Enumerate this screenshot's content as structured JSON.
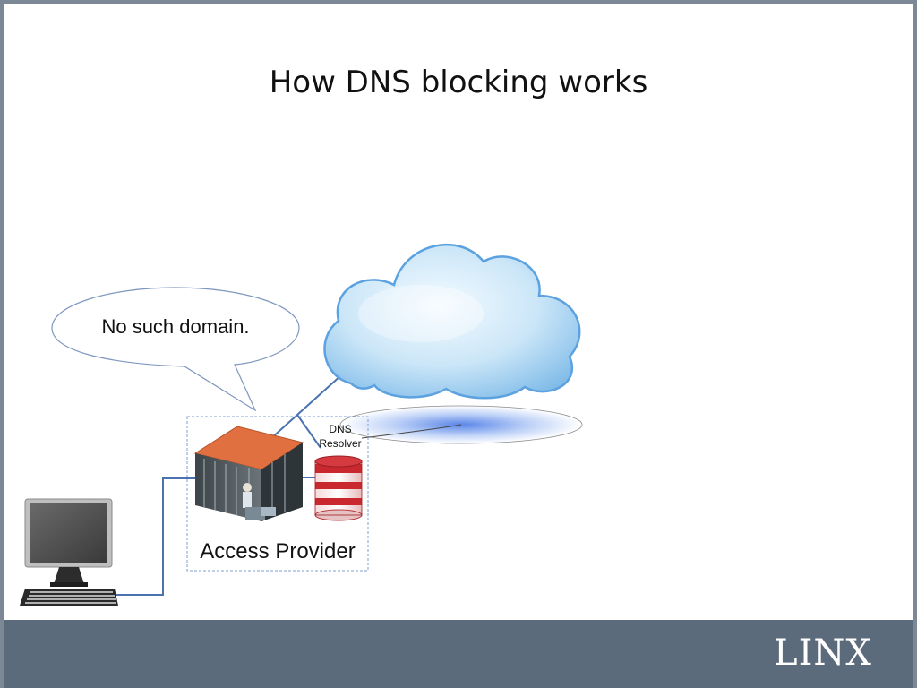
{
  "slide": {
    "title": "How DNS blocking works",
    "callout_text": "No such domain.",
    "resolver_label_line1": "DNS",
    "resolver_label_line2": "Resolver",
    "provider_label": "Access Provider",
    "logo_text": "LIN",
    "logo_x": "X"
  },
  "colors": {
    "footer": "#5c6b7b",
    "frame": "#7d8896",
    "link_line": "#4a72b0",
    "cloud": "#bfe0f7",
    "rack_roof": "#e07040",
    "db_red": "#c9282f"
  },
  "icons": [
    "computer-icon",
    "keyboard-icon",
    "server-rack-icon",
    "database-icon",
    "cloud-icon",
    "logo-x-icon"
  ]
}
